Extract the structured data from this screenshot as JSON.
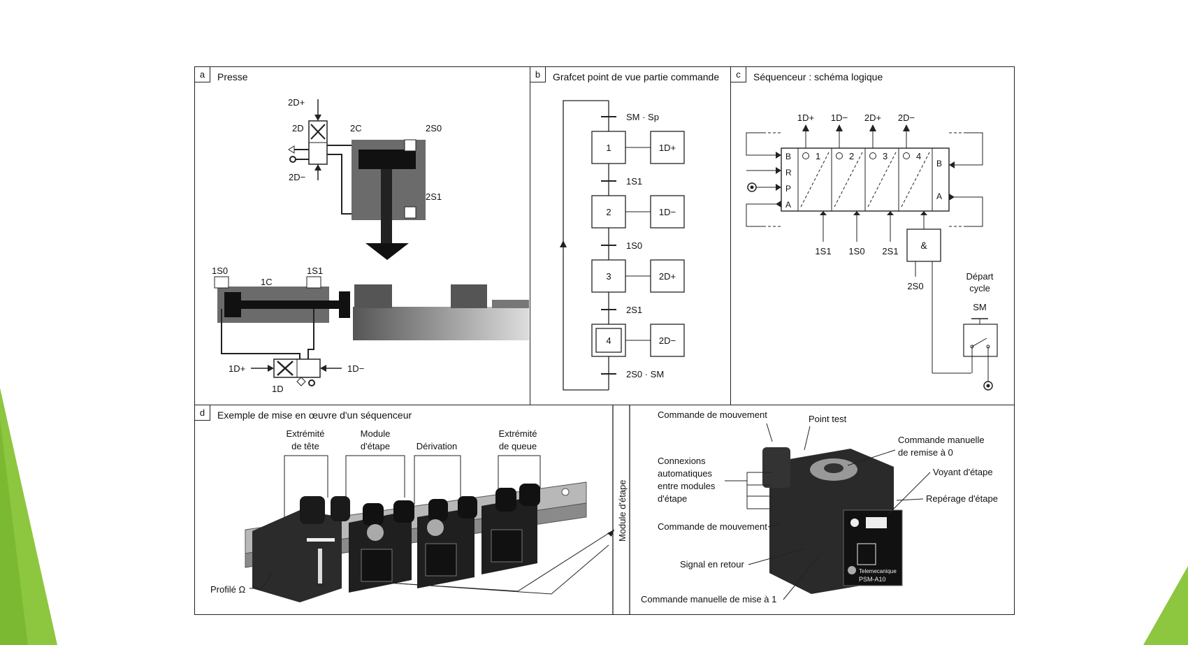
{
  "colors": {
    "slide_green": "#8dc63f",
    "slide_green_light": "#b5d96a",
    "line": "#222222",
    "metal_dark": "#3a3a3a",
    "metal_grey": "#8a8a8a"
  },
  "panel_a": {
    "letter": "a",
    "title": "Presse",
    "labels": {
      "v2d_plus": "2D+",
      "v2d": "2D",
      "c2c": "2C",
      "s2s0": "2S0",
      "v2d_minus": "2D−",
      "s2s1": "2S1",
      "s1s0": "1S0",
      "c1c": "1C",
      "s1s1": "1S1",
      "v1d_plus": "1D+",
      "v1d_minus": "1D−",
      "v1d": "1D"
    }
  },
  "panel_b": {
    "letter": "b",
    "title": "Grafcet point de vue partie commande",
    "steps": [
      "1",
      "2",
      "3",
      "4"
    ],
    "actions": [
      "1D+",
      "1D−",
      "2D+",
      "2D−"
    ],
    "transitions": [
      "SM · Sp",
      "1S1",
      "1S0",
      "2S1",
      "2S0 · SM"
    ]
  },
  "panel_c": {
    "letter": "c",
    "title": "Séquenceur : schéma logique",
    "outputs": [
      "1D+",
      "1D−",
      "2D+",
      "2D−"
    ],
    "inputs": [
      "1S1",
      "1S0",
      "2S1"
    ],
    "cells": [
      "1",
      "2",
      "3",
      "4"
    ],
    "left_ports": [
      "B",
      "R",
      "P",
      "A"
    ],
    "right_ports": [
      "B",
      "A"
    ],
    "and_gate": "&",
    "and_input": "2S0",
    "start_label_1": "Départ",
    "start_label_2": "cycle",
    "switch_label": "SM"
  },
  "panel_d": {
    "letter": "d",
    "title": "Exemple de mise en œuvre d'un séquenceur",
    "head_1": "Extrémité",
    "head_2": "de tête",
    "module_1": "Module",
    "module_2": "d'étape",
    "derivation": "Dérivation",
    "tail_1": "Extrémité",
    "tail_2": "de queue",
    "profile": "Profilé Ω",
    "vertical_label": "Module d'étape",
    "cmd_mouvement_top": "Commande de mouvement",
    "point_test": "Point test",
    "manual_reset_1": "Commande manuelle",
    "manual_reset_2": "de remise à 0",
    "voyant": "Voyant d'étape",
    "reperage": "Repérage d'étape",
    "connexions_1": "Connexions",
    "connexions_2": "automatiques",
    "connexions_3": "entre modules",
    "connexions_4": "d'étape",
    "cmd_mouvement_bottom": "Commande de mouvement",
    "signal_retour": "Signal en retour",
    "manual_set": "Commande manuelle de mise à 1",
    "brand": "Telemecanique",
    "model": "PSM-A10"
  }
}
